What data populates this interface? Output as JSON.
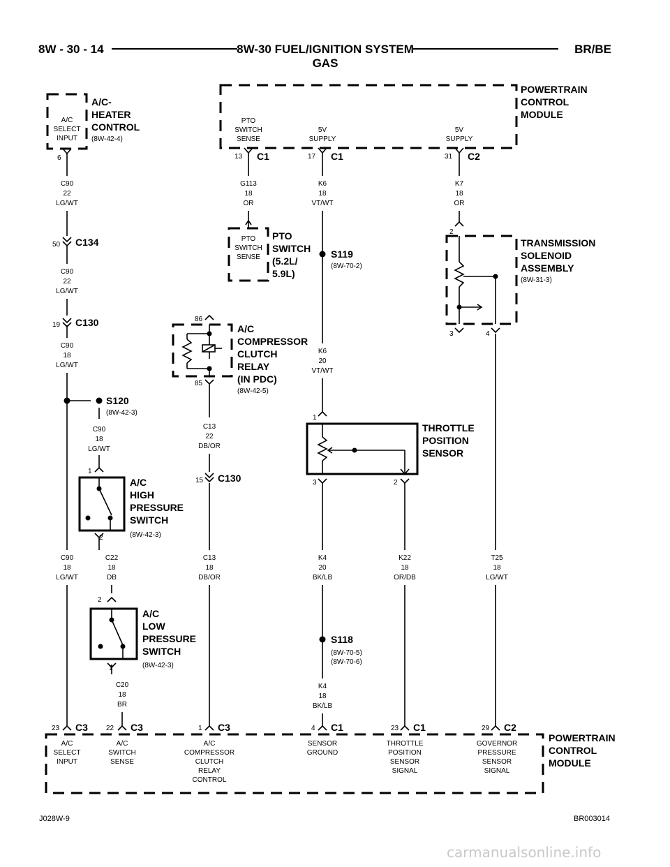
{
  "header": {
    "page_number": "8W - 30 - 14",
    "title_line1": "8W-30 FUEL/IGNITION SYSTEM",
    "title_line2": "GAS",
    "model": "BR/BE"
  },
  "footer": {
    "left_code": "J028W-9",
    "right_code": "BR003014",
    "watermark": "carmanualsonline.info"
  },
  "components": {
    "ac_heater": {
      "l1": "A/C-",
      "l2": "HEATER",
      "l3": "CONTROL",
      "ref": "(8W-42-4)",
      "pin_l1": "A/C",
      "pin_l2": "SELECT",
      "pin_l3": "INPUT",
      "pin_no": "6"
    },
    "pcm_top": {
      "l1": "POWERTRAIN",
      "l2": "CONTROL",
      "l3": "MODULE",
      "pto_l1": "PTO",
      "pto_l2": "SWITCH",
      "pto_l3": "SENSE",
      "sup1_l1": "5V",
      "sup1_l2": "SUPPLY",
      "sup2_l1": "5V",
      "sup2_l2": "SUPPLY",
      "pin13": "13",
      "con13": "C1",
      "pin17": "17",
      "con17": "C1",
      "pin31": "31",
      "con31": "C2"
    },
    "pto_switch": {
      "l1": "PTO",
      "l2": "SWITCH",
      "l3": "(5.2L/",
      "l4": "5.9L)",
      "in_l1": "PTO",
      "in_l2": "SWITCH",
      "in_l3": "SENSE"
    },
    "trans_solenoid": {
      "l1": "TRANSMISSION",
      "l2": "SOLENOID",
      "l3": "ASSEMBLY",
      "ref": "(8W-31-3)",
      "pin2": "2",
      "pin3": "3",
      "pin4": "4"
    },
    "ac_relay": {
      "l1": "A/C",
      "l2": "COMPRESSOR",
      "l3": "CLUTCH",
      "l4": "RELAY",
      "l5": "(IN PDC)",
      "ref": "(8W-42-5)",
      "pin86": "86",
      "pin85": "85"
    },
    "tps": {
      "l1": "THROTTLE",
      "l2": "POSITION",
      "l3": "SENSOR",
      "pin1": "1",
      "pin3": "3",
      "pin2": "2"
    },
    "ac_high": {
      "l1": "A/C",
      "l2": "HIGH",
      "l3": "PRESSURE",
      "l4": "SWITCH",
      "ref": "(8W-42-3)",
      "pin1": "1",
      "pin2": "2"
    },
    "ac_low": {
      "l1": "A/C",
      "l2": "LOW",
      "l3": "PRESSURE",
      "l4": "SWITCH",
      "ref": "(8W-42-3)",
      "pin2": "2",
      "pin1": "1"
    },
    "pcm_bottom": {
      "l1": "POWERTRAIN",
      "l2": "CONTROL",
      "l3": "MODULE",
      "t1_pin": "23",
      "t1_con": "C3",
      "t1_l1": "A/C",
      "t1_l2": "SELECT",
      "t1_l3": "INPUT",
      "t2_pin": "22",
      "t2_con": "C3",
      "t2_l1": "A/C",
      "t2_l2": "SWITCH",
      "t2_l3": "SENSE",
      "t3_pin": "1",
      "t3_con": "C3",
      "t3_l1": "A/C",
      "t3_l2": "COMPRESSOR",
      "t3_l3": "CLUTCH",
      "t3_l4": "RELAY",
      "t3_l5": "CONTROL",
      "t4_pin": "4",
      "t4_con": "C1",
      "t4_l1": "SENSOR",
      "t4_l2": "GROUND",
      "t5_pin": "23",
      "t5_con": "C1",
      "t5_l1": "THROTTLE",
      "t5_l2": "POSITION",
      "t5_l3": "SENSOR",
      "t5_l4": "SIGNAL",
      "t6_pin": "29",
      "t6_con": "C2",
      "t6_l1": "GOVERNOR",
      "t6_l2": "PRESSURE",
      "t6_l3": "SENSOR",
      "t6_l4": "SIGNAL"
    }
  },
  "connectors": {
    "c134": {
      "pin": "50",
      "name": "C134"
    },
    "c130a": {
      "pin": "19",
      "name": "C130"
    },
    "c130b": {
      "pin": "15",
      "name": "C130"
    }
  },
  "splices": {
    "s120": {
      "name": "S120",
      "ref": "(8W-42-3)"
    },
    "s119": {
      "name": "S119",
      "ref": "(8W-70-2)"
    },
    "s118": {
      "name": "S118",
      "ref1": "(8W-70-5)",
      "ref2": "(8W-70-6)"
    }
  },
  "wires": {
    "c90_a": {
      "c": "C90",
      "g": "22",
      "col": "LG/WT"
    },
    "c90_b": {
      "c": "C90",
      "g": "22",
      "col": "LG/WT"
    },
    "c90_c": {
      "c": "C90",
      "g": "18",
      "col": "LG/WT"
    },
    "c90_d": {
      "c": "C90",
      "g": "18",
      "col": "LG/WT"
    },
    "c90_e": {
      "c": "C90",
      "g": "18",
      "col": "LG/WT"
    },
    "g113": {
      "c": "G113",
      "g": "18",
      "col": "OR"
    },
    "k6_a": {
      "c": "K6",
      "g": "18",
      "col": "VT/WT"
    },
    "k6_b": {
      "c": "K6",
      "g": "20",
      "col": "VT/WT"
    },
    "k7": {
      "c": "K7",
      "g": "18",
      "col": "OR"
    },
    "c13_a": {
      "c": "C13",
      "g": "22",
      "col": "DB/OR"
    },
    "c13_b": {
      "c": "C13",
      "g": "18",
      "col": "DB/OR"
    },
    "c22": {
      "c": "C22",
      "g": "18",
      "col": "DB"
    },
    "c20": {
      "c": "C20",
      "g": "18",
      "col": "BR"
    },
    "k4_a": {
      "c": "K4",
      "g": "20",
      "col": "BK/LB"
    },
    "k4_b": {
      "c": "K4",
      "g": "18",
      "col": "BK/LB"
    },
    "k22": {
      "c": "K22",
      "g": "18",
      "col": "OR/DB"
    },
    "t25": {
      "c": "T25",
      "g": "18",
      "col": "LG/WT"
    }
  }
}
